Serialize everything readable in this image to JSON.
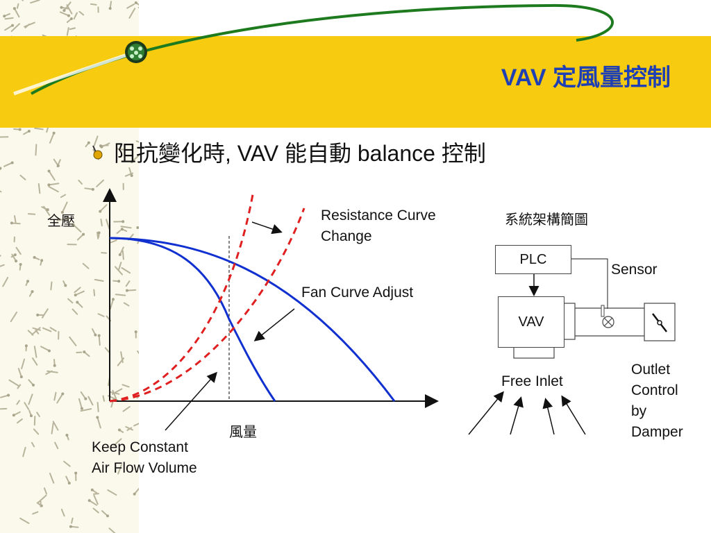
{
  "slide": {
    "title": "VAV 定風量控制",
    "bullet": "阻抗變化時, VAV 能自動 balance 控制"
  },
  "chart_labels": {
    "y_axis": "全壓",
    "x_axis": "風量",
    "resistance_curve_change": "Resistance Curve\nChange",
    "fan_curve_adjust": "Fan Curve Adjust",
    "keep_constant": "Keep Constant\nAir Flow Volume"
  },
  "system_diagram": {
    "heading": "系統架構簡圖",
    "plc": "PLC",
    "vav": "VAV",
    "sensor": "Sensor",
    "free_inlet": "Free Inlet",
    "outlet": "Outlet\nControl\nby\nDamper"
  },
  "chart_data": {
    "type": "line",
    "xlabel": "風量",
    "ylabel": "全壓",
    "series": [
      {
        "values": "fan curve (outer)",
        "style": "solid",
        "color": "#1030d0"
      },
      {
        "values": "fan curve (inner)",
        "style": "solid",
        "color": "#1030d0"
      },
      {
        "values": "resistance curve (steep)",
        "style": "dashed",
        "color": "#e02020"
      },
      {
        "values": "resistance curve (shallow)",
        "style": "dashed",
        "color": "#e02020"
      }
    ]
  },
  "colors": {
    "title_band": "#f7cb0f",
    "title_text": "#1f3fb4",
    "fan_curve": "#1030d0",
    "resistance_curve": "#e02020",
    "swoosh": "#1e7a1e"
  }
}
